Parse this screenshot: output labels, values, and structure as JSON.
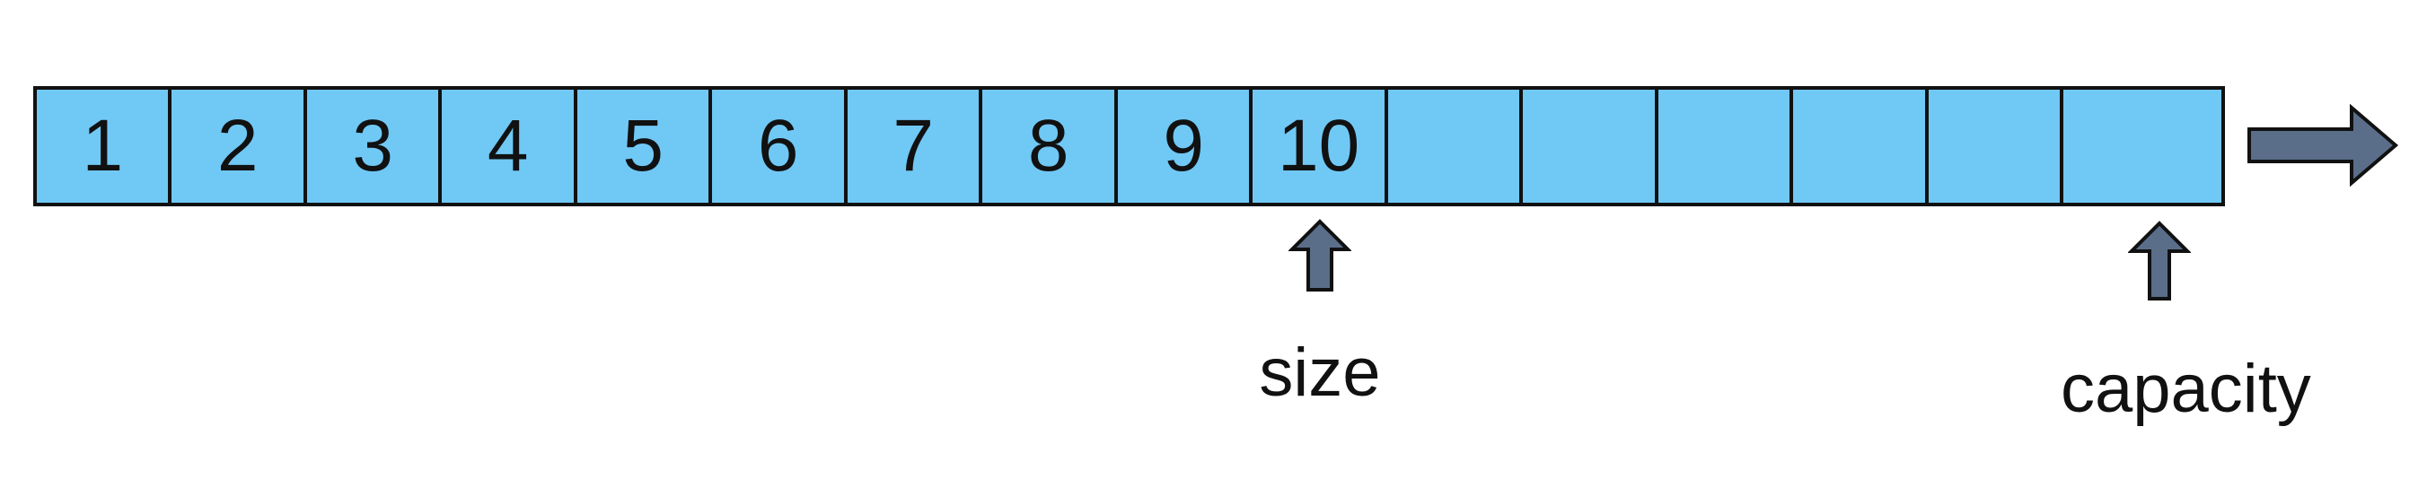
{
  "diagram": {
    "cells": [
      "1",
      "2",
      "3",
      "4",
      "5",
      "6",
      "7",
      "8",
      "9",
      "10",
      "",
      "",
      "",
      "",
      "",
      ""
    ],
    "size_label": "size",
    "capacity_label": "capacity",
    "size_index": 10,
    "capacity_index": 16
  },
  "colors": {
    "cell_fill": "#70c8f5",
    "border": "#111111",
    "arrow_fill": "#5a6e8a"
  },
  "icons": {
    "size_pointer": "up-arrow-icon",
    "capacity_pointer": "up-arrow-icon",
    "growth": "right-arrow-icon"
  }
}
